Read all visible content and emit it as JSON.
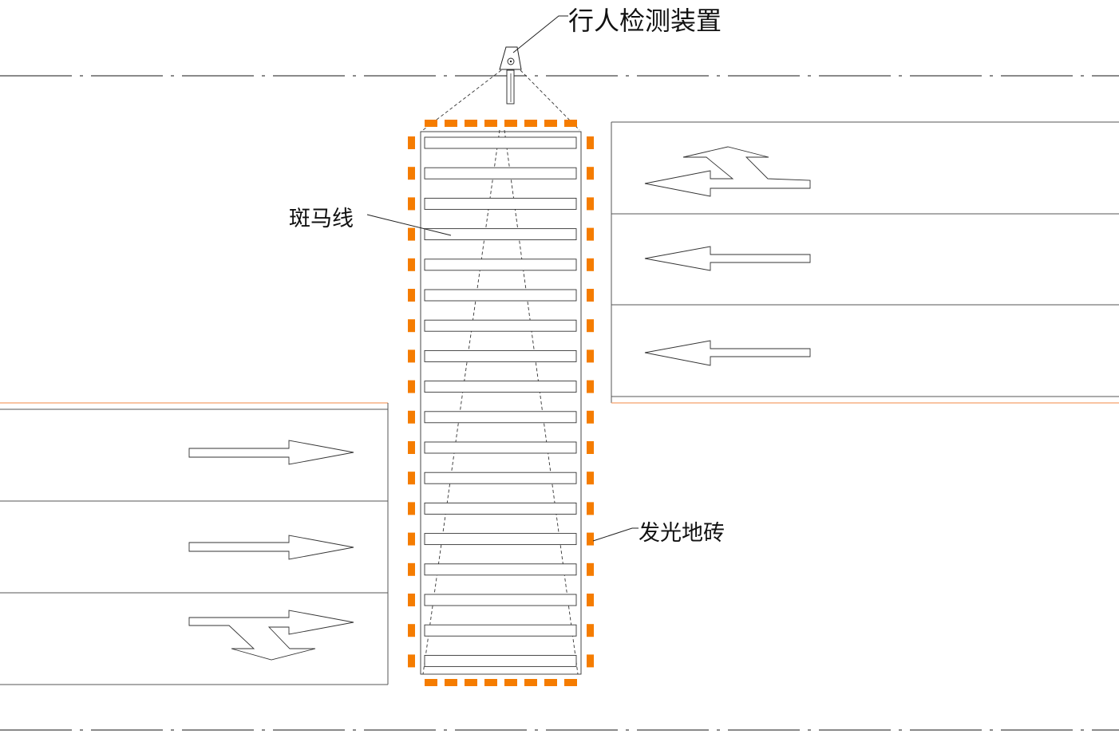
{
  "labels": {
    "pedestrian_detector": "行人检测装置",
    "zebra_crossing": "斑马线",
    "light_tiles": "发光地砖"
  },
  "colors": {
    "tile": "#f57c00",
    "curb": "#f5a06a",
    "line": "#555555",
    "ink": "#111111"
  },
  "icons": {
    "camera": "camera-icon",
    "arrow_left": "arrow-left-icon",
    "arrow_right": "arrow-right-icon",
    "arrow_left_uturn": "arrow-left-uturn-icon",
    "arrow_right_uturn": "arrow-right-uturn-icon"
  }
}
